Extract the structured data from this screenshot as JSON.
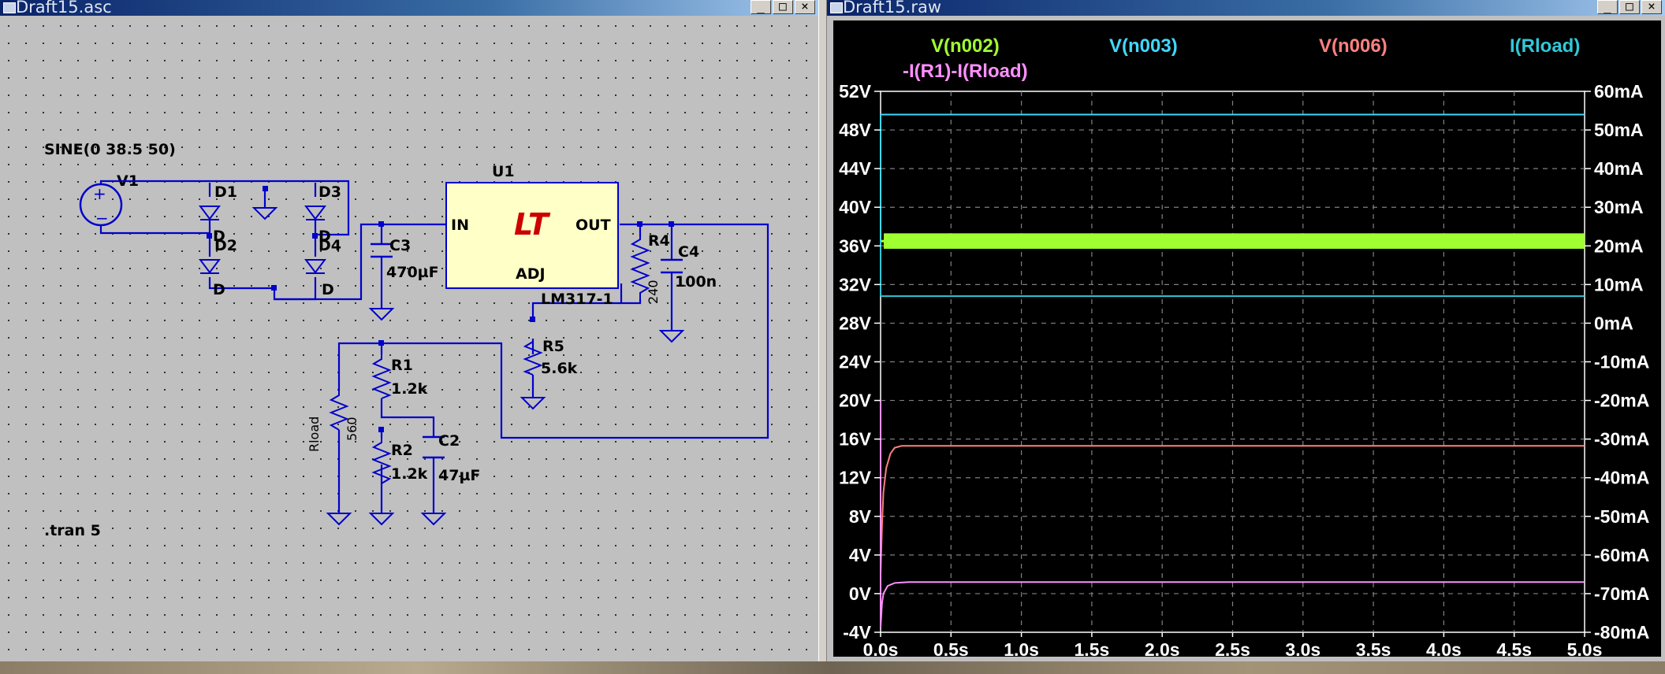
{
  "left_window": {
    "title": "Draft15.asc"
  },
  "right_window": {
    "title": "Draft15.raw"
  },
  "schematic": {
    "source_spec": "SINE(0 38.5 50)",
    "directive": ".tran 5",
    "components": {
      "V1": "V1",
      "D1": "D1",
      "D2": "D2",
      "D3": "D3",
      "D4": "D4",
      "diode_model_a": "D",
      "diode_model_b": "D",
      "diode_model_c": "D",
      "diode_model_d": "D",
      "C3_name": "C3",
      "C3_value": "470µF",
      "U1_name": "U1",
      "U1_in": "IN",
      "U1_out": "OUT",
      "U1_adj": "ADJ",
      "U1_part": "LM317-1",
      "R4_name": "R4",
      "R4_value": "240",
      "C4_name": "C4",
      "C4_value": "100n",
      "R5_name": "R5",
      "R5_value": "5.6k",
      "R1_name": "R1",
      "R1_value": "1.2k",
      "R2_name": "R2",
      "R2_value": "1.2k",
      "C2_name": "C2",
      "C2_value": "47µF",
      "Rload_name": "Rload",
      "Rload_value": "560"
    },
    "colors": {
      "background": "#c0c0c0",
      "wire": "#0000cc",
      "grid_dot": "#000000",
      "ic_fill": "#ffffc8",
      "logo": "#cc0000"
    }
  },
  "chart_data": {
    "type": "line",
    "legend": [
      {
        "label": "V(n002)",
        "color": "#a0ff30"
      },
      {
        "label": "V(n003)",
        "color": "#40d8ff"
      },
      {
        "label": "V(n006)",
        "color": "#ff8080"
      },
      {
        "label": "I(Rload)",
        "color": "#30c8d8"
      },
      {
        "label": "-I(R1)-I(Rload)",
        "color": "#ff90ff"
      }
    ],
    "x_axis": {
      "ticks": [
        "0.0s",
        "0.5s",
        "1.0s",
        "1.5s",
        "2.0s",
        "2.5s",
        "3.0s",
        "3.5s",
        "4.0s",
        "4.5s",
        "5.0s"
      ],
      "range": [
        0,
        5
      ]
    },
    "y_left": {
      "ticks": [
        "52V",
        "48V",
        "44V",
        "40V",
        "36V",
        "32V",
        "28V",
        "24V",
        "20V",
        "16V",
        "12V",
        "8V",
        "4V",
        "0V",
        "-4V"
      ],
      "range": [
        -4,
        52
      ]
    },
    "y_right": {
      "ticks": [
        "60mA",
        "50mA",
        "40mA",
        "30mA",
        "20mA",
        "10mA",
        "0mA",
        "-10mA",
        "-20mA",
        "-30mA",
        "-40mA",
        "-50mA",
        "-60mA",
        "-70mA",
        "-80mA"
      ],
      "range": [
        -80,
        60
      ]
    },
    "grid": true,
    "series": [
      {
        "name": "V(n002)",
        "axis": "left",
        "band": [
          35.7,
          37.3
        ],
        "x": [
          0,
          0.02,
          5
        ],
        "y": [
          36.5,
          36.5,
          36.5
        ]
      },
      {
        "name": "V(n003)",
        "axis": "left",
        "x": [
          0,
          0.02,
          5
        ],
        "y": [
          49.6,
          49.6,
          49.6
        ]
      },
      {
        "name": "I(Rload)",
        "axis": "left",
        "x": [
          0,
          0.02,
          5
        ],
        "y": [
          30.8,
          30.8,
          30.8
        ]
      },
      {
        "name": "V(n006)",
        "axis": "left",
        "x": [
          0,
          0.01,
          0.02,
          0.04,
          0.07,
          0.1,
          0.15,
          5
        ],
        "y": [
          2,
          7,
          10.5,
          13,
          14.5,
          15.1,
          15.3,
          15.3
        ]
      },
      {
        "name": "-I(R1)-I(Rload)",
        "axis": "left",
        "x": [
          0,
          0.01,
          0.02,
          0.05,
          0.1,
          0.2,
          5
        ],
        "y": [
          -3.5,
          -1,
          0,
          0.8,
          1.1,
          1.2,
          1.2
        ]
      },
      {
        "name": "-I(R1)-I(Rload) initial",
        "axis": "left",
        "x": [
          0,
          0,
          0
        ],
        "y": [
          -3.5,
          20,
          20
        ]
      }
    ]
  },
  "colors": {
    "plot_background": "#000000",
    "plot_grid": "#808080",
    "axis_text": "#ffffff"
  }
}
